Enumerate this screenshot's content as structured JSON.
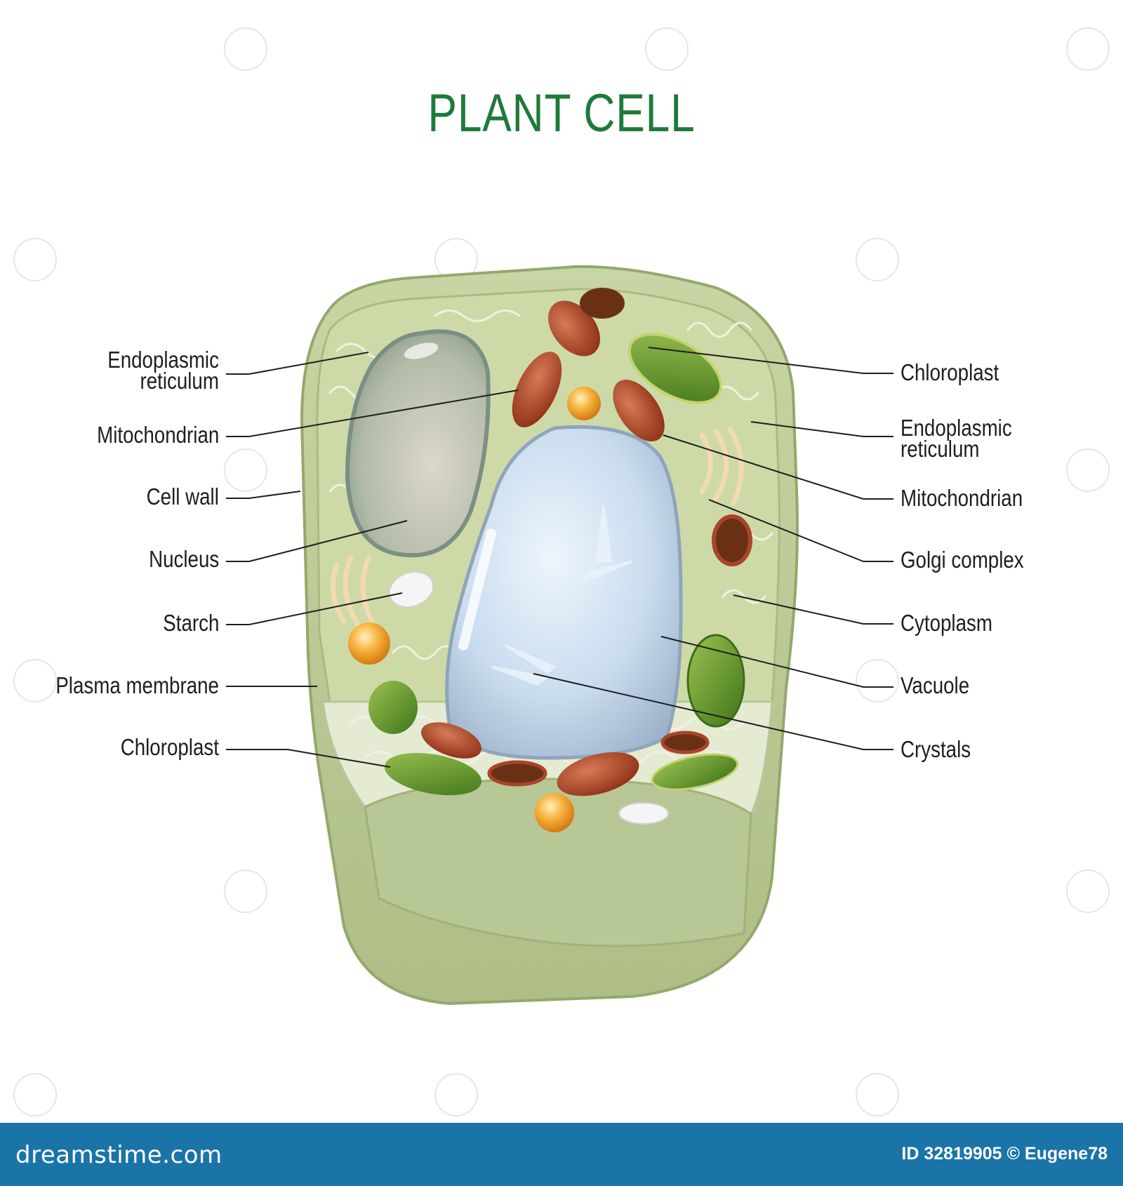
{
  "title": "PLANT CELL",
  "colors": {
    "title": "#1f7a3a",
    "footer": "#1a74a8",
    "cell_wall": "#b9c994",
    "cytoplasm": "#cfdcaa",
    "nucleus": "#b4bea8",
    "vacuole": "#c8dcf0",
    "mitochondrion": "#a8452a",
    "chloroplast": "#5f8f2a",
    "golgi": "#f0d6a6",
    "starch": "#f2f4f2",
    "vesicle": "#f0a02a"
  },
  "labels_left": [
    {
      "id": "endoplasmic-reticulum-left",
      "line1": "Endoplasmic",
      "line2": "reticulum"
    },
    {
      "id": "mitochondrian-left",
      "line1": "Mitochondrian",
      "line2": ""
    },
    {
      "id": "cell-wall",
      "line1": "Cell wall",
      "line2": ""
    },
    {
      "id": "nucleus",
      "line1": "Nucleus",
      "line2": ""
    },
    {
      "id": "starch",
      "line1": "Starch",
      "line2": ""
    },
    {
      "id": "plasma-membrane",
      "line1": "Plasma membrane",
      "line2": ""
    },
    {
      "id": "chloroplast-left",
      "line1": "Chloroplast",
      "line2": ""
    }
  ],
  "labels_right": [
    {
      "id": "chloroplast-right",
      "line1": "Chloroplast",
      "line2": ""
    },
    {
      "id": "endoplasmic-reticulum-right",
      "line1": "Endoplasmic",
      "line2": "reticulum"
    },
    {
      "id": "mitochondrian-right",
      "line1": "Mitochondrian",
      "line2": ""
    },
    {
      "id": "golgi-complex",
      "line1": "Golgi complex",
      "line2": ""
    },
    {
      "id": "cytoplasm",
      "line1": "Cytoplasm",
      "line2": ""
    },
    {
      "id": "vacuole",
      "line1": "Vacuole",
      "line2": ""
    },
    {
      "id": "crystals",
      "line1": "Crystals",
      "line2": ""
    }
  ],
  "footer": {
    "brand": "dreamstime.com",
    "credit": "ID 32819905 © Eugene78"
  }
}
